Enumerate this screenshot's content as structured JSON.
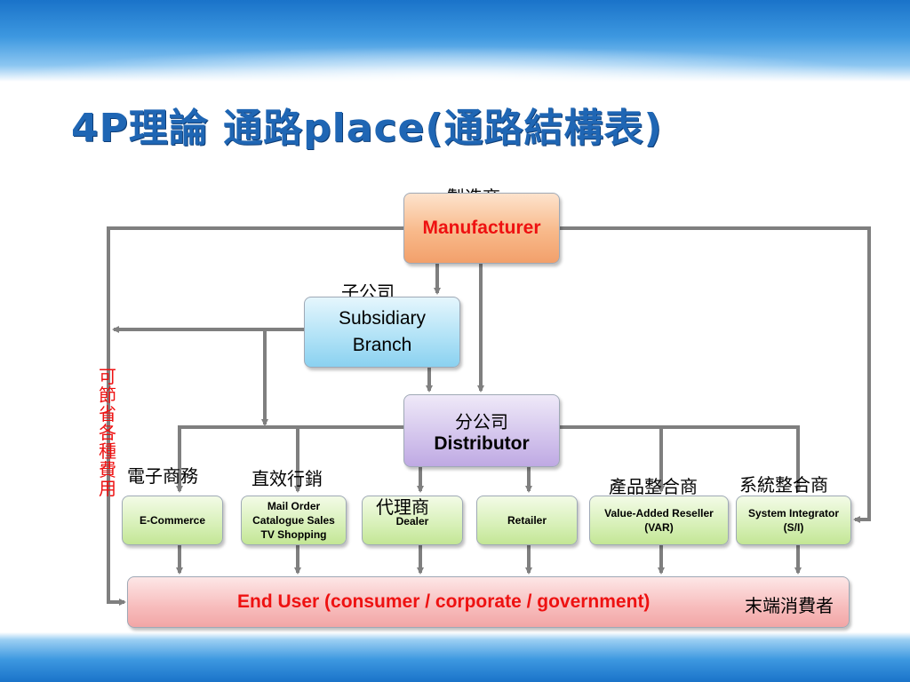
{
  "title": "4P理論 通路place(通路結構表)",
  "nodes": {
    "manufacturer": {
      "zh": "製造商",
      "en": "Manufacturer"
    },
    "subsidiary": {
      "zh": "子公司",
      "en_line1": "Subsidiary",
      "en_line2": "Branch"
    },
    "distributor": {
      "zh": "分公司",
      "en": "Distributor"
    },
    "ecommerce": {
      "zh": "電子商務",
      "en": "E-Commerce"
    },
    "mail_order": {
      "zh": "直效行銷",
      "line1": "Mail Order",
      "line2": "Catalogue Sales",
      "line3": "TV Shopping"
    },
    "dealer": {
      "zh": "代理商",
      "en": "Dealer"
    },
    "retailer": {
      "en": "Retailer"
    },
    "var": {
      "zh": "產品整合商",
      "line1": "Value-Added Reseller",
      "line2": "(VAR)"
    },
    "si": {
      "zh": "系統整合商",
      "line1": "System Integrator",
      "line2": "(S/I)"
    },
    "end_user": {
      "en": "End User (consumer / corporate / government)",
      "zh": "末端消費者"
    }
  },
  "side_note": "可節省各種費用",
  "colors": {
    "title": "#1f66b4",
    "accent_red": "#ee1111",
    "connector": "#7f7f7f"
  }
}
